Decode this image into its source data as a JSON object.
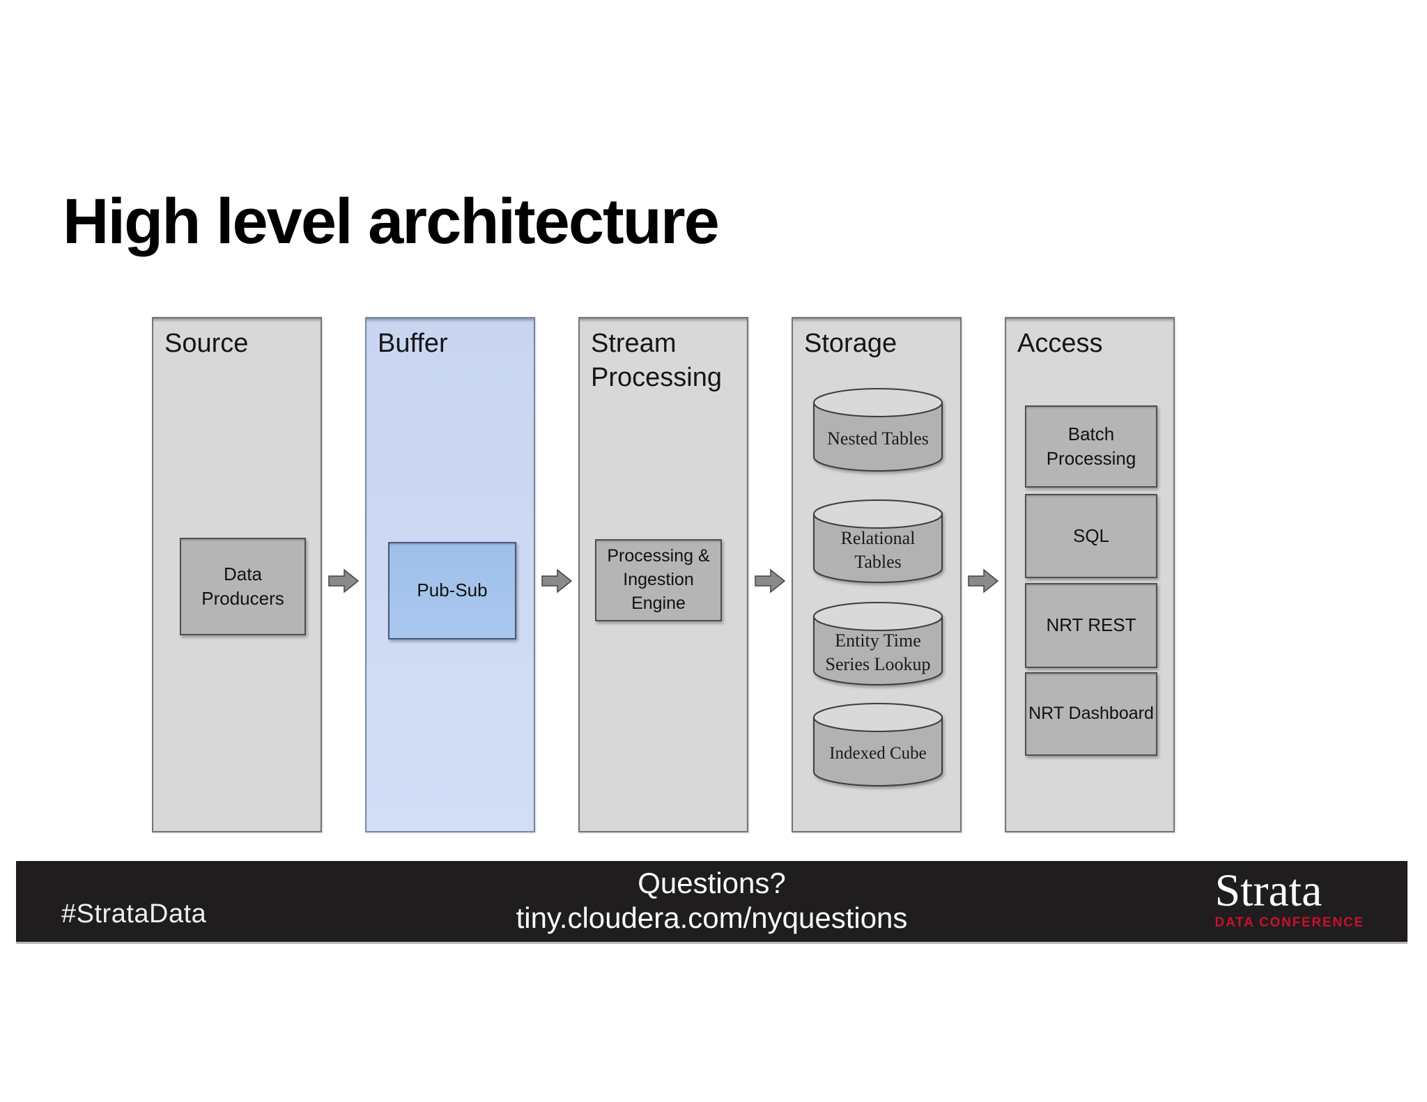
{
  "slide": {
    "title": "High level architecture"
  },
  "columns": [
    {
      "label": "Source",
      "items": [
        {
          "type": "box",
          "label": "Data Producers"
        }
      ]
    },
    {
      "label": "Buffer",
      "items": [
        {
          "type": "box",
          "label": "Pub-Sub"
        }
      ]
    },
    {
      "label": "Stream Processing",
      "items": [
        {
          "type": "box",
          "label": "Processing & Ingestion Engine"
        }
      ]
    },
    {
      "label": "Storage",
      "items": [
        {
          "type": "cylinder",
          "label": "Nested Tables"
        },
        {
          "type": "cylinder",
          "label": "Relational Tables"
        },
        {
          "type": "cylinder",
          "label": "Entity Time Series Lookup"
        },
        {
          "type": "cylinder",
          "label": "Indexed Cube"
        }
      ]
    },
    {
      "label": "Access",
      "items": [
        {
          "type": "box",
          "label": "Batch Processing"
        },
        {
          "type": "box",
          "label": "SQL"
        },
        {
          "type": "box",
          "label": "NRT REST"
        },
        {
          "type": "box",
          "label": "NRT Dashboard"
        }
      ]
    }
  ],
  "footer": {
    "hashtag": "#StrataData",
    "questions_line1": "Questions?",
    "questions_line2": "tiny.cloudera.com/nyquestions",
    "logo": {
      "name": "Strata",
      "subtitle": "DATA CONFERENCE"
    }
  },
  "colors": {
    "column_fill": "#d8d8d8",
    "column_border": "#757575",
    "buffer_fill": "#cdd9f2",
    "pubsub_fill": "#a4c2ea",
    "pubsub_border": "#46597c",
    "inner_box_fill": "#b5b5b5",
    "inner_box_border": "#4f4f4f",
    "cylinder_body": "#b2b2b2",
    "cylinder_top": "#d9d9d9",
    "arrow_fill": "#8a8a8a",
    "footer_bg": "#201d1e",
    "footer_text": "#ffffff",
    "logo_red": "#c8102e",
    "title_color": "#000000"
  }
}
